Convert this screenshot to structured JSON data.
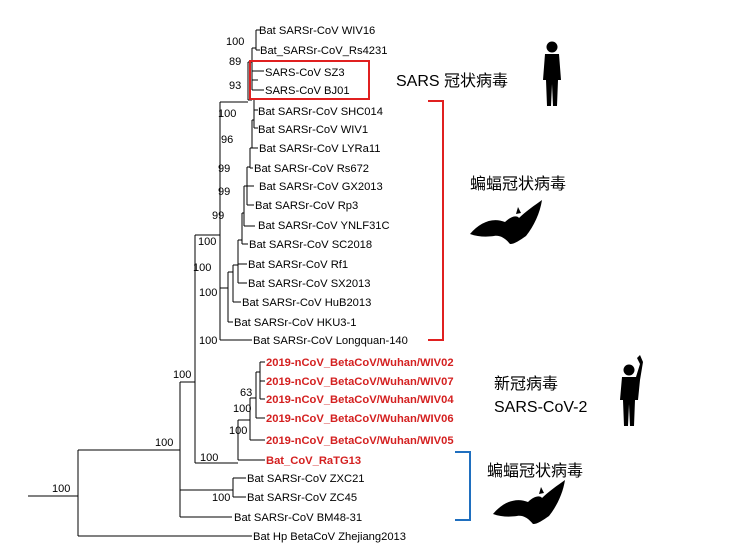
{
  "leaves": [
    "Bat SARSr-CoV WIV16",
    "Bat_SARSr-CoV_Rs4231",
    "SARS-CoV SZ3",
    "SARS-CoV BJ01",
    "Bat SARSr-CoV SHC014",
    "Bat SARSr-CoV WIV1",
    "Bat SARSr-CoV LYRa11",
    "Bat SARSr-CoV Rs672",
    "Bat SARSr-CoV GX2013",
    "Bat SARSr-CoV Rp3",
    "Bat SARSr-CoV YNLF31C",
    "Bat SARSr-CoV SC2018",
    "Bat SARSr-CoV Rf1",
    "Bat SARSr-CoV SX2013",
    "Bat SARSr-CoV HuB2013",
    "Bat SARSr-CoV HKU3-1",
    "Bat SARSr-CoV Longquan-140",
    "2019-nCoV_BetaCoV/Wuhan/WIV02",
    "2019-nCoV_BetaCoV/Wuhan/WIV07",
    "2019-nCoV_BetaCoV/Wuhan/WIV04",
    "2019-nCoV_BetaCoV/Wuhan/WIV06",
    "2019-nCoV_BetaCoV/Wuhan/WIV05",
    "Bat_CoV_RaTG13",
    "Bat SARSr-CoV ZXC21",
    "Bat SARSr-CoV ZC45",
    "Bat SARSr-CoV BM48-31",
    "Bat Hp BetaCoV Zhejiang2013"
  ],
  "bootstrap": [
    "100",
    "89",
    "93",
    "100",
    "96",
    "99",
    "99",
    "99",
    "100",
    "100",
    "100",
    "100",
    "63",
    "100",
    "100",
    "100",
    "100",
    "100",
    "100"
  ],
  "annotations": {
    "sars_label": "SARS 冠状病毒",
    "bat_label_1": "蝙蝠冠状病毒",
    "new_cov_line1": "新冠病毒",
    "new_cov_line2": "SARS-CoV-2",
    "bat_label_2": "蝙蝠冠状病毒"
  },
  "colors": {
    "highlight_red": "#d42020",
    "bracket_blue": "#1f6fbf",
    "silhouette": "#000000"
  },
  "icons": [
    "human-silhouette-icon",
    "bat-silhouette-icon",
    "human-waving-silhouette-icon",
    "bat-silhouette-icon"
  ]
}
